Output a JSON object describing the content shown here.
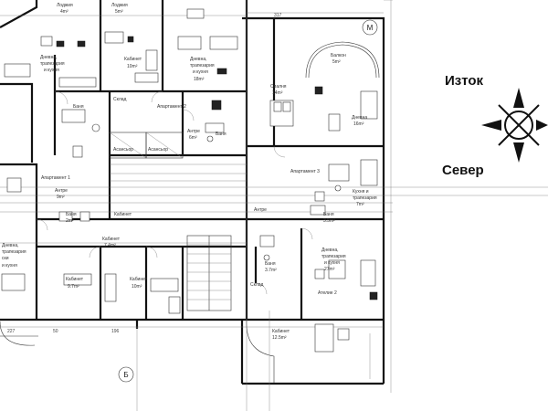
{
  "rooms": {
    "lodzhia_1": "Лоджия",
    "lodzhia_1_area": "4m²",
    "lodzhia_2": "Лоджия",
    "lodzhia_2_area": "5m²",
    "dnevna_1": "Дневна,",
    "dnevna_1_b": "трапезария",
    "dnevna_1_c": "и кухня",
    "kabinet_1": "Кабинет",
    "kabinet_1_area": "10m²",
    "dnevna_2": "Дневна,",
    "dnevna_2_b": "трапезария",
    "dnevna_2_c": "и кухня",
    "dnevna_2_area": "18m²",
    "sklad_1": "Склад",
    "banya_1": "Баня",
    "apartament_2": "Апартамент 2",
    "asansyor_1": "Асансьор",
    "asansyor_2": "Асансьор",
    "antre_1": "Антре",
    "antre_1_area": "6m²",
    "banya_2": "Баня",
    "balkon": "Балкон",
    "balkon_area": "5m²",
    "spalnya": "Спалня",
    "spalnya_area": "14m²",
    "dnevna_3": "Дневна",
    "dnevna_3_area": "16m²",
    "apartament_3": "Апартамент 3",
    "apartament_1": "Апартамент 1",
    "kuhnya": "Кухня и",
    "kuhnya_b": "трапезария",
    "kuhnya_area": "7m²",
    "antre_2": "Антре",
    "antre_2_area": "9m²",
    "kabinet_2": "Кабинет",
    "banya_3": "Баня",
    "banya_3_area": "2m²",
    "kabinet_3": "Кабинет",
    "kabinet_3_area": "7.4m²",
    "antre_3": "Антре",
    "banya_4": "Баня",
    "banya_4_area": "3.5m²",
    "dnevna_4": "Дневна,",
    "dnevna_4_b": "трапезария",
    "dnevna_4_c": "и кухня",
    "dnevna_4_area": "27m²",
    "kabinet_4": "Кабинет",
    "kabinet_4_area": "9.7m²",
    "kabinet_5": "Кабинет",
    "kabinet_5_area": "10m²",
    "banya_5": "Баня",
    "banya_5_area": "3.7m²",
    "sklad_2": "Склад",
    "atelie_2": "Ателие 2",
    "kabinet_6": "Кабинет",
    "kabinet_6_area": "12.5m²",
    "dnevna_5": "Дневна,",
    "dnevna_5_b": "трапезария",
    "dnevna_5_c": "и кухня",
    "ski": "ски",
    "zh": "и кухня"
  },
  "markers": {
    "axis_m": "М",
    "axis_b": "Б"
  },
  "dims": {
    "d1": "227",
    "d2": "50",
    "d3": "196",
    "d4": "317"
  },
  "orientation": {
    "east": "Изток",
    "north": "Север"
  }
}
